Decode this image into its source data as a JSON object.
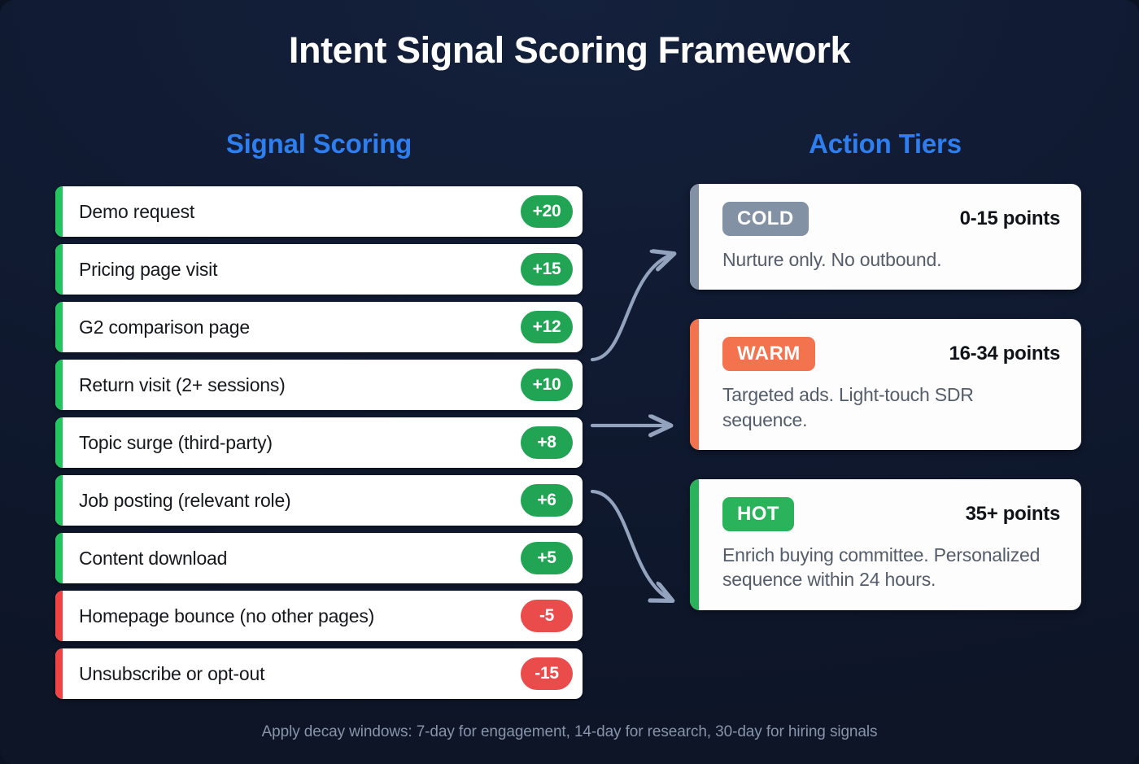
{
  "title": "Intent Signal Scoring Framework",
  "columns": {
    "left_heading": "Signal Scoring",
    "right_heading": "Action Tiers"
  },
  "colors": {
    "background": "#101a31",
    "heading_blue": "#2f7ef0",
    "positive_green": "#22c55e",
    "positive_badge": "#22a455",
    "negative_red": "#ef4444",
    "negative_badge": "#ea4b4b",
    "cold_gray": "#8391a5",
    "warm_orange": "#f4734f",
    "hot_green": "#2bb35c",
    "card_white": "#ffffff",
    "arrow_slate": "#94a3bd",
    "footer_gray": "#8794ab"
  },
  "signals": [
    {
      "label": "Demo request",
      "score": "+20",
      "polarity": "pos"
    },
    {
      "label": "Pricing page visit",
      "score": "+15",
      "polarity": "pos"
    },
    {
      "label": "G2 comparison page",
      "score": "+12",
      "polarity": "pos"
    },
    {
      "label": "Return visit (2+ sessions)",
      "score": "+10",
      "polarity": "pos"
    },
    {
      "label": "Topic surge (third-party)",
      "score": "+8",
      "polarity": "pos"
    },
    {
      "label": "Job posting (relevant role)",
      "score": "+6",
      "polarity": "pos"
    },
    {
      "label": "Content download",
      "score": "+5",
      "polarity": "pos"
    },
    {
      "label": "Homepage bounce (no other pages)",
      "score": "-5",
      "polarity": "neg"
    },
    {
      "label": "Unsubscribe or opt-out",
      "score": "-15",
      "polarity": "neg"
    }
  ],
  "tiers": [
    {
      "name": "COLD",
      "points": "0-15 points",
      "description": "Nurture only. No outbound.",
      "accent": "#8391a5"
    },
    {
      "name": "WARM",
      "points": "16-34 points",
      "description": "Targeted ads. Light-touch SDR sequence.",
      "accent": "#f4734f"
    },
    {
      "name": "HOT",
      "points": "35+ points",
      "description": "Enrich buying committee. Personalized sequence within 24 hours.",
      "accent": "#2bb35c"
    }
  ],
  "connectors": [
    {
      "name": "arrow-to-cold",
      "shape": "curve-up"
    },
    {
      "name": "arrow-to-warm",
      "shape": "straight"
    },
    {
      "name": "arrow-to-hot",
      "shape": "curve-down"
    }
  ],
  "footer": "Apply decay windows: 7-day for engagement, 14-day for research, 30-day for hiring signals"
}
